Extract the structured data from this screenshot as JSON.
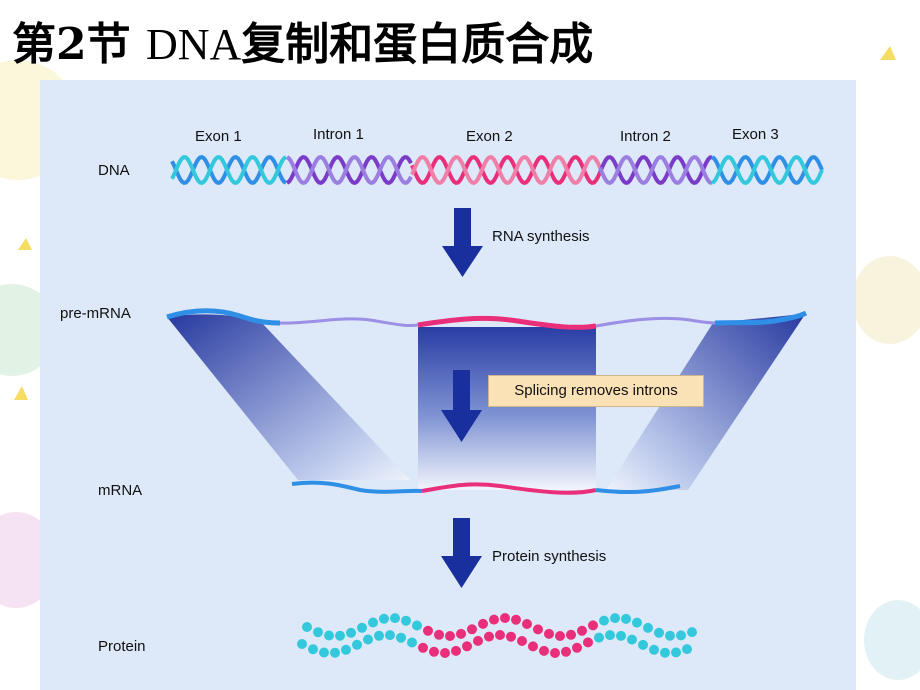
{
  "slide": {
    "title_prefix": "第2节 ",
    "title_dna": "DNA",
    "title_suffix": "复制和蛋白质合成"
  },
  "diagram": {
    "segments": [
      "Exon 1",
      "Intron 1",
      "Exon 2",
      "Intron 2",
      "Exon 3"
    ],
    "rows": {
      "dna": "DNA",
      "pre_mrna": "pre-mRNA",
      "mrna": "mRNA",
      "protein": "Protein"
    },
    "steps": {
      "rna_synthesis": "RNA synthesis",
      "splicing": "Splicing removes introns",
      "protein_synthesis": "Protein synthesis"
    },
    "colors": {
      "exon": "#2f8fe6",
      "intron": "#9b7fe0",
      "exon2": "#ea2f7a",
      "exon_light": "#33c8dc",
      "arrow": "#1a2f9e",
      "panel": "#dde9f8"
    }
  }
}
